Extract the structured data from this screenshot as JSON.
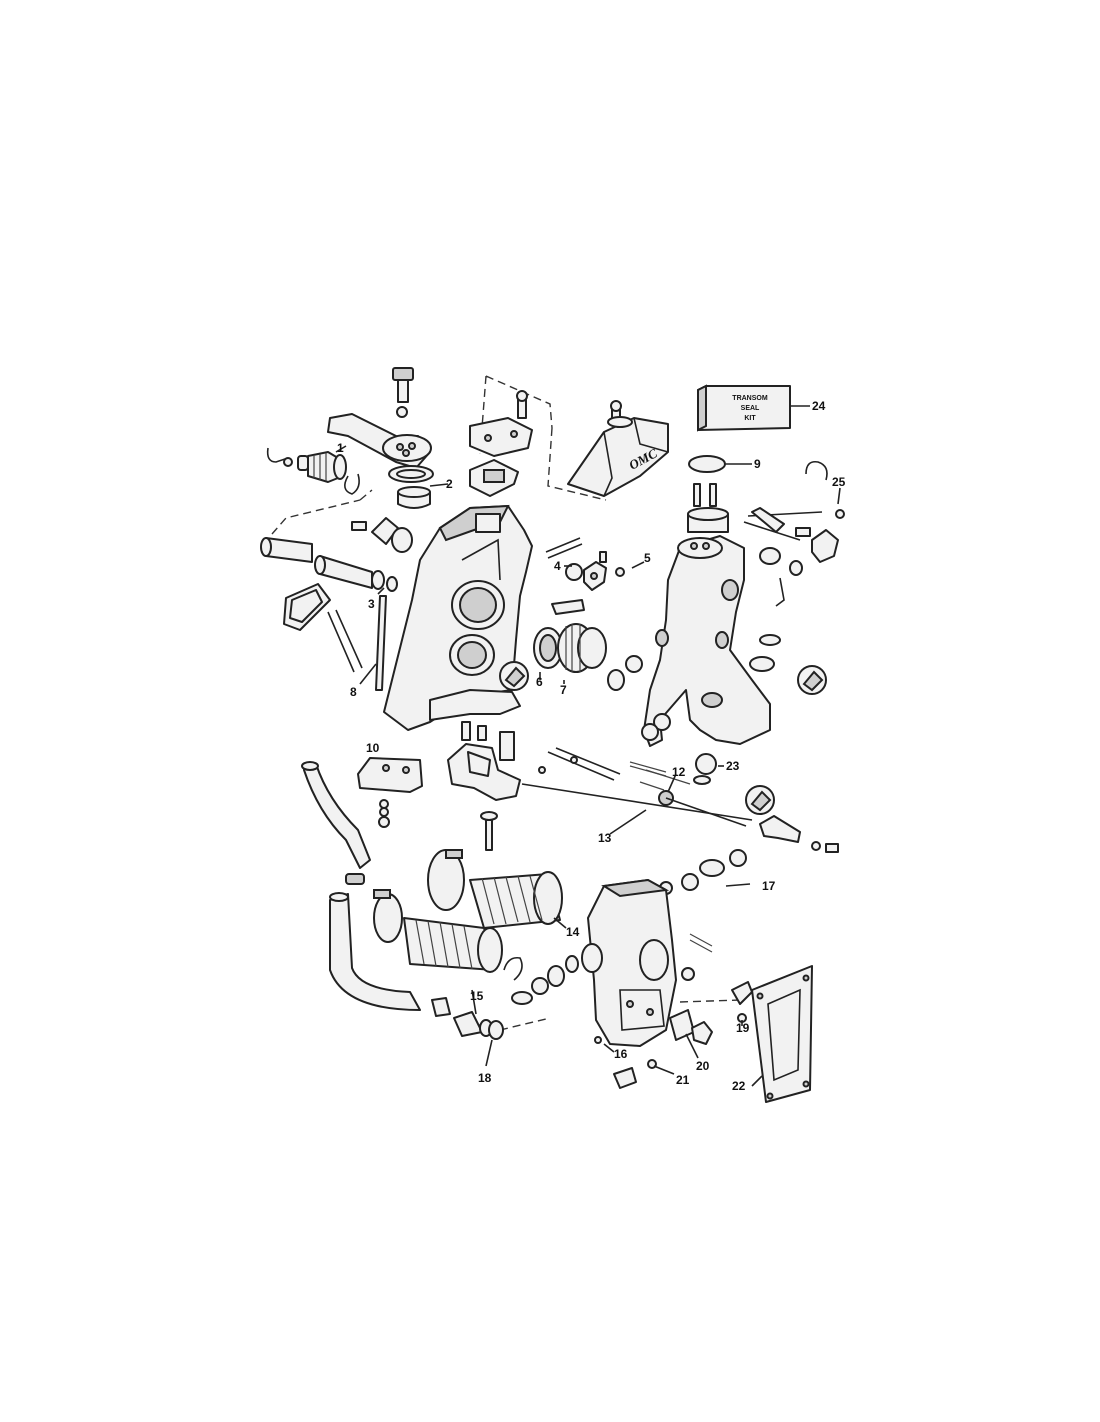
{
  "callouts": {
    "c1": "1",
    "c2": "2",
    "c3": "3",
    "c4": "4",
    "c5": "5",
    "c6": "6",
    "c7": "7",
    "c8": "8",
    "c9": "9",
    "c10": "10",
    "c11": "12",
    "c13": "13",
    "c14": "14",
    "c15": "15",
    "c16": "16",
    "c17": "17",
    "c18": "18",
    "c19": "19",
    "c20": "20",
    "c21": "21",
    "c22": "22",
    "c23": "23",
    "c24": "24",
    "c25": "25"
  },
  "kit_box": {
    "line1": "TRANSOM",
    "line2": "SEAL",
    "line3": "KIT"
  },
  "logo": "OMC"
}
